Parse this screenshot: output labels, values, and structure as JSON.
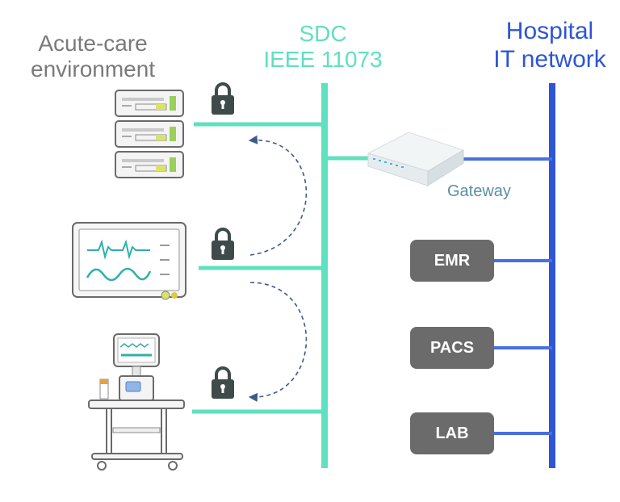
{
  "labels": {
    "acute_line1": "Acute-care",
    "acute_line2": "environment",
    "sdc_line1": "SDC",
    "sdc_line2": "IEEE 11073",
    "hospital_line1": "Hospital",
    "hospital_line2": "IT network",
    "gateway": "Gateway"
  },
  "systems": {
    "emr": "EMR",
    "pacs": "PACS",
    "lab": "LAB"
  },
  "colors": {
    "sdc_bus": "#5fe0bf",
    "hospital_bus": "#2f55d4",
    "hospital_links": "#4a6fe0",
    "system_box": "#6b6b6b",
    "lock": "#3f4a4a",
    "arrows": "#3f5a8a"
  },
  "icons": [
    "lock-icon",
    "server-rack-icon",
    "patient-monitor-icon",
    "ventilator-cart-icon",
    "gateway-device-icon"
  ]
}
